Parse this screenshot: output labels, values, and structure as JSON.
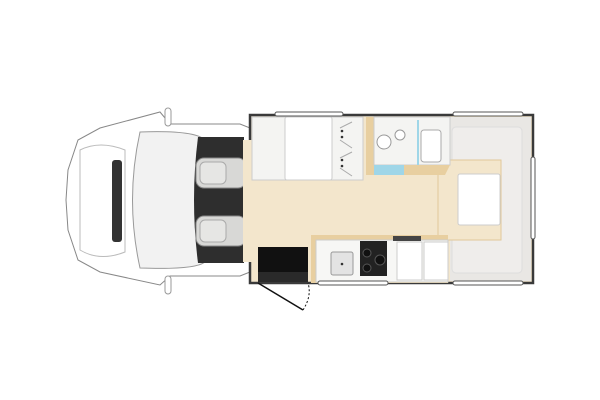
{
  "floorplan": {
    "colors": {
      "wall": "#3a3a3a",
      "floor": "#f3e6cc",
      "counter": "#e8cfa0",
      "cabinet": "#f4f4f2",
      "cab_interior": "#2e2e2e",
      "window_glass": "#ffffff",
      "shower_water": "#9fd6e8",
      "bed": "#e9e7e4"
    },
    "features": [
      {
        "name": "vehicle-cab",
        "icon": "truck-cab-icon"
      },
      {
        "name": "driver-seat",
        "icon": "seat-icon"
      },
      {
        "name": "passenger-seat",
        "icon": "seat-icon"
      },
      {
        "name": "dinette",
        "icon": "table-icon"
      },
      {
        "name": "bathroom",
        "icon": "toilet-icon"
      },
      {
        "name": "rear-bed",
        "icon": "bed-icon"
      },
      {
        "name": "kitchen-sink",
        "icon": "sink-icon"
      },
      {
        "name": "stove",
        "icon": "stove-icon"
      },
      {
        "name": "fridge",
        "icon": "fridge-icon"
      },
      {
        "name": "side-door",
        "icon": "door-icon"
      }
    ]
  }
}
